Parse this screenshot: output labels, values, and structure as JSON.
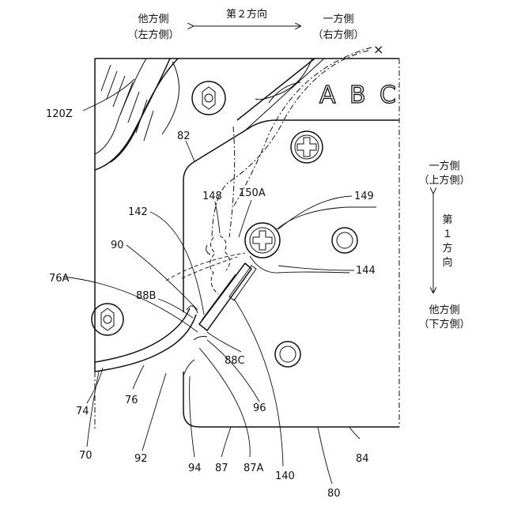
{
  "direction_labels": {
    "second_direction": "第２方向",
    "other_side_left": "他方側",
    "other_side_left_paren": "（左方側）",
    "one_side_right": "一方側",
    "one_side_right_paren": "（右方側）",
    "one_side_upper": "一方側",
    "one_side_upper_paren": "（上方側）",
    "first_direction_1": "第",
    "first_direction_2": "１",
    "first_direction_3": "方",
    "first_direction_4": "向",
    "other_side_lower": "他方側",
    "other_side_lower_paren": "（下方側）"
  },
  "panel_text": {
    "a": "A",
    "b": "B",
    "c": "C"
  },
  "cross_mark": "×",
  "reference_numerals": {
    "r120Z": "120Z",
    "r82": "82",
    "r148": "148",
    "r150A": "150A",
    "r149": "149",
    "r142": "142",
    "r90": "90",
    "r144": "144",
    "r76A": "76A",
    "r88B": "88B",
    "r88C": "88C",
    "r74": "74",
    "r76": "76",
    "r96": "96",
    "r70": "70",
    "r92": "92",
    "r94": "94",
    "r87": "87",
    "r87A": "87A",
    "r140": "140",
    "r84": "84",
    "r80": "80"
  }
}
